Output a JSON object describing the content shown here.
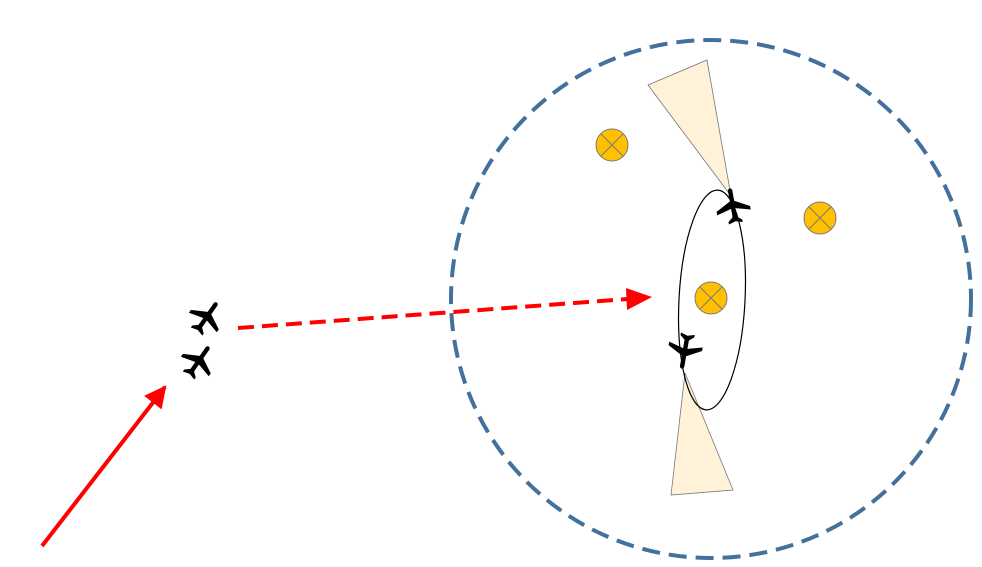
{
  "diagram": {
    "colors": {
      "zone_boundary": "#41719C",
      "approach_path": "#FF0000",
      "intercept_path": "#FF0000",
      "orbit_track": "#000000",
      "sensor_beam_fill": "#FFF2D9",
      "sensor_beam_stroke": "#777777",
      "threat_marker_fill": "#FFC000",
      "threat_marker_stroke": "#7A7A7A",
      "aircraft": "#000000"
    },
    "icons": {
      "aircraft": "airplane-icon",
      "threat": "target-marker-icon"
    },
    "counts": {
      "inbound_aircraft": 2,
      "patrol_aircraft": 2,
      "threat_markers": 3,
      "sensor_beams": 2
    }
  }
}
